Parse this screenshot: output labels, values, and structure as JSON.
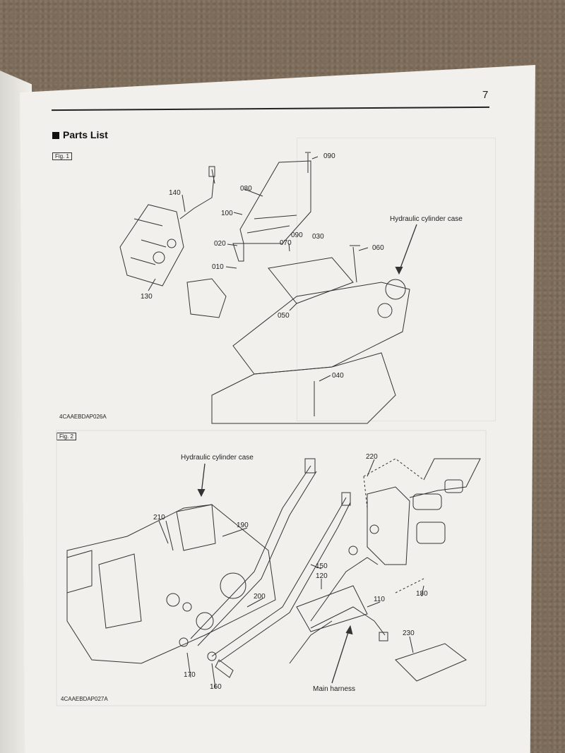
{
  "page": {
    "number": "7",
    "section_title": "Parts List"
  },
  "fig1": {
    "label": "Fig. 1",
    "code": "4CAAEBDAP026A",
    "annotation": "Hydraulic cylinder case",
    "parts": [
      "090",
      "080",
      "140",
      "100",
      "090",
      "030",
      "020",
      "070",
      "060",
      "010",
      "130",
      "050",
      "040"
    ]
  },
  "fig2": {
    "label": "Fig. 2",
    "code": "4CAAEBDAP027A",
    "annotation_top": "Hydraulic cylinder case",
    "annotation_bottom": "Main harness",
    "parts": [
      "220",
      "210",
      "190",
      "150",
      "120",
      "200",
      "110",
      "180",
      "230",
      "170",
      "160"
    ]
  }
}
